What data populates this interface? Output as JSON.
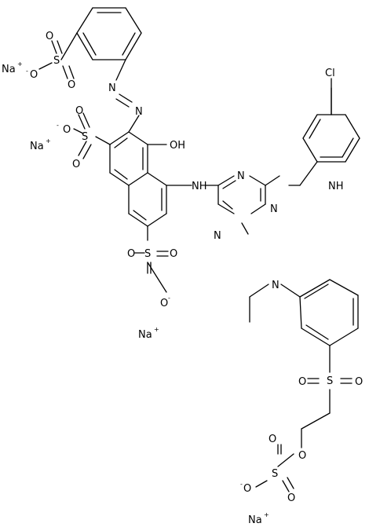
{
  "structure": {
    "counterions": [
      "Na",
      "Na",
      "Na",
      "Na"
    ],
    "charge_positive": "+",
    "charge_negative": "-",
    "atoms": {
      "O": "O",
      "S": "S",
      "N": "N",
      "NH": "NH",
      "OH": "OH",
      "Cl": "Cl"
    }
  }
}
